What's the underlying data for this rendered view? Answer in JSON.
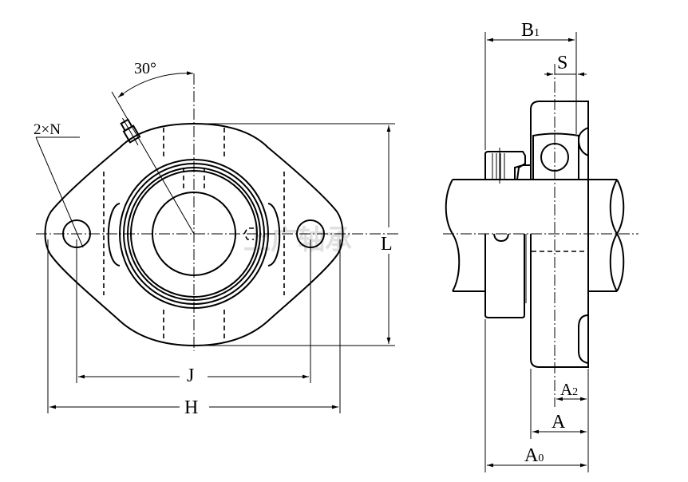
{
  "title": "Two-bolt flange bearing unit dimension drawing",
  "watermark": "上广轴承",
  "labels": {
    "angle": "30°",
    "holes": "2×N",
    "L": "L",
    "J": "J",
    "H": "H",
    "B1_main": "B",
    "B1_sub": "1",
    "S": "S",
    "A2_main": "A",
    "A2_sub": "2",
    "A": "A",
    "A0_main": "A",
    "A0_sub": "0"
  },
  "colors": {
    "line": "#000000",
    "background": "#ffffff"
  }
}
